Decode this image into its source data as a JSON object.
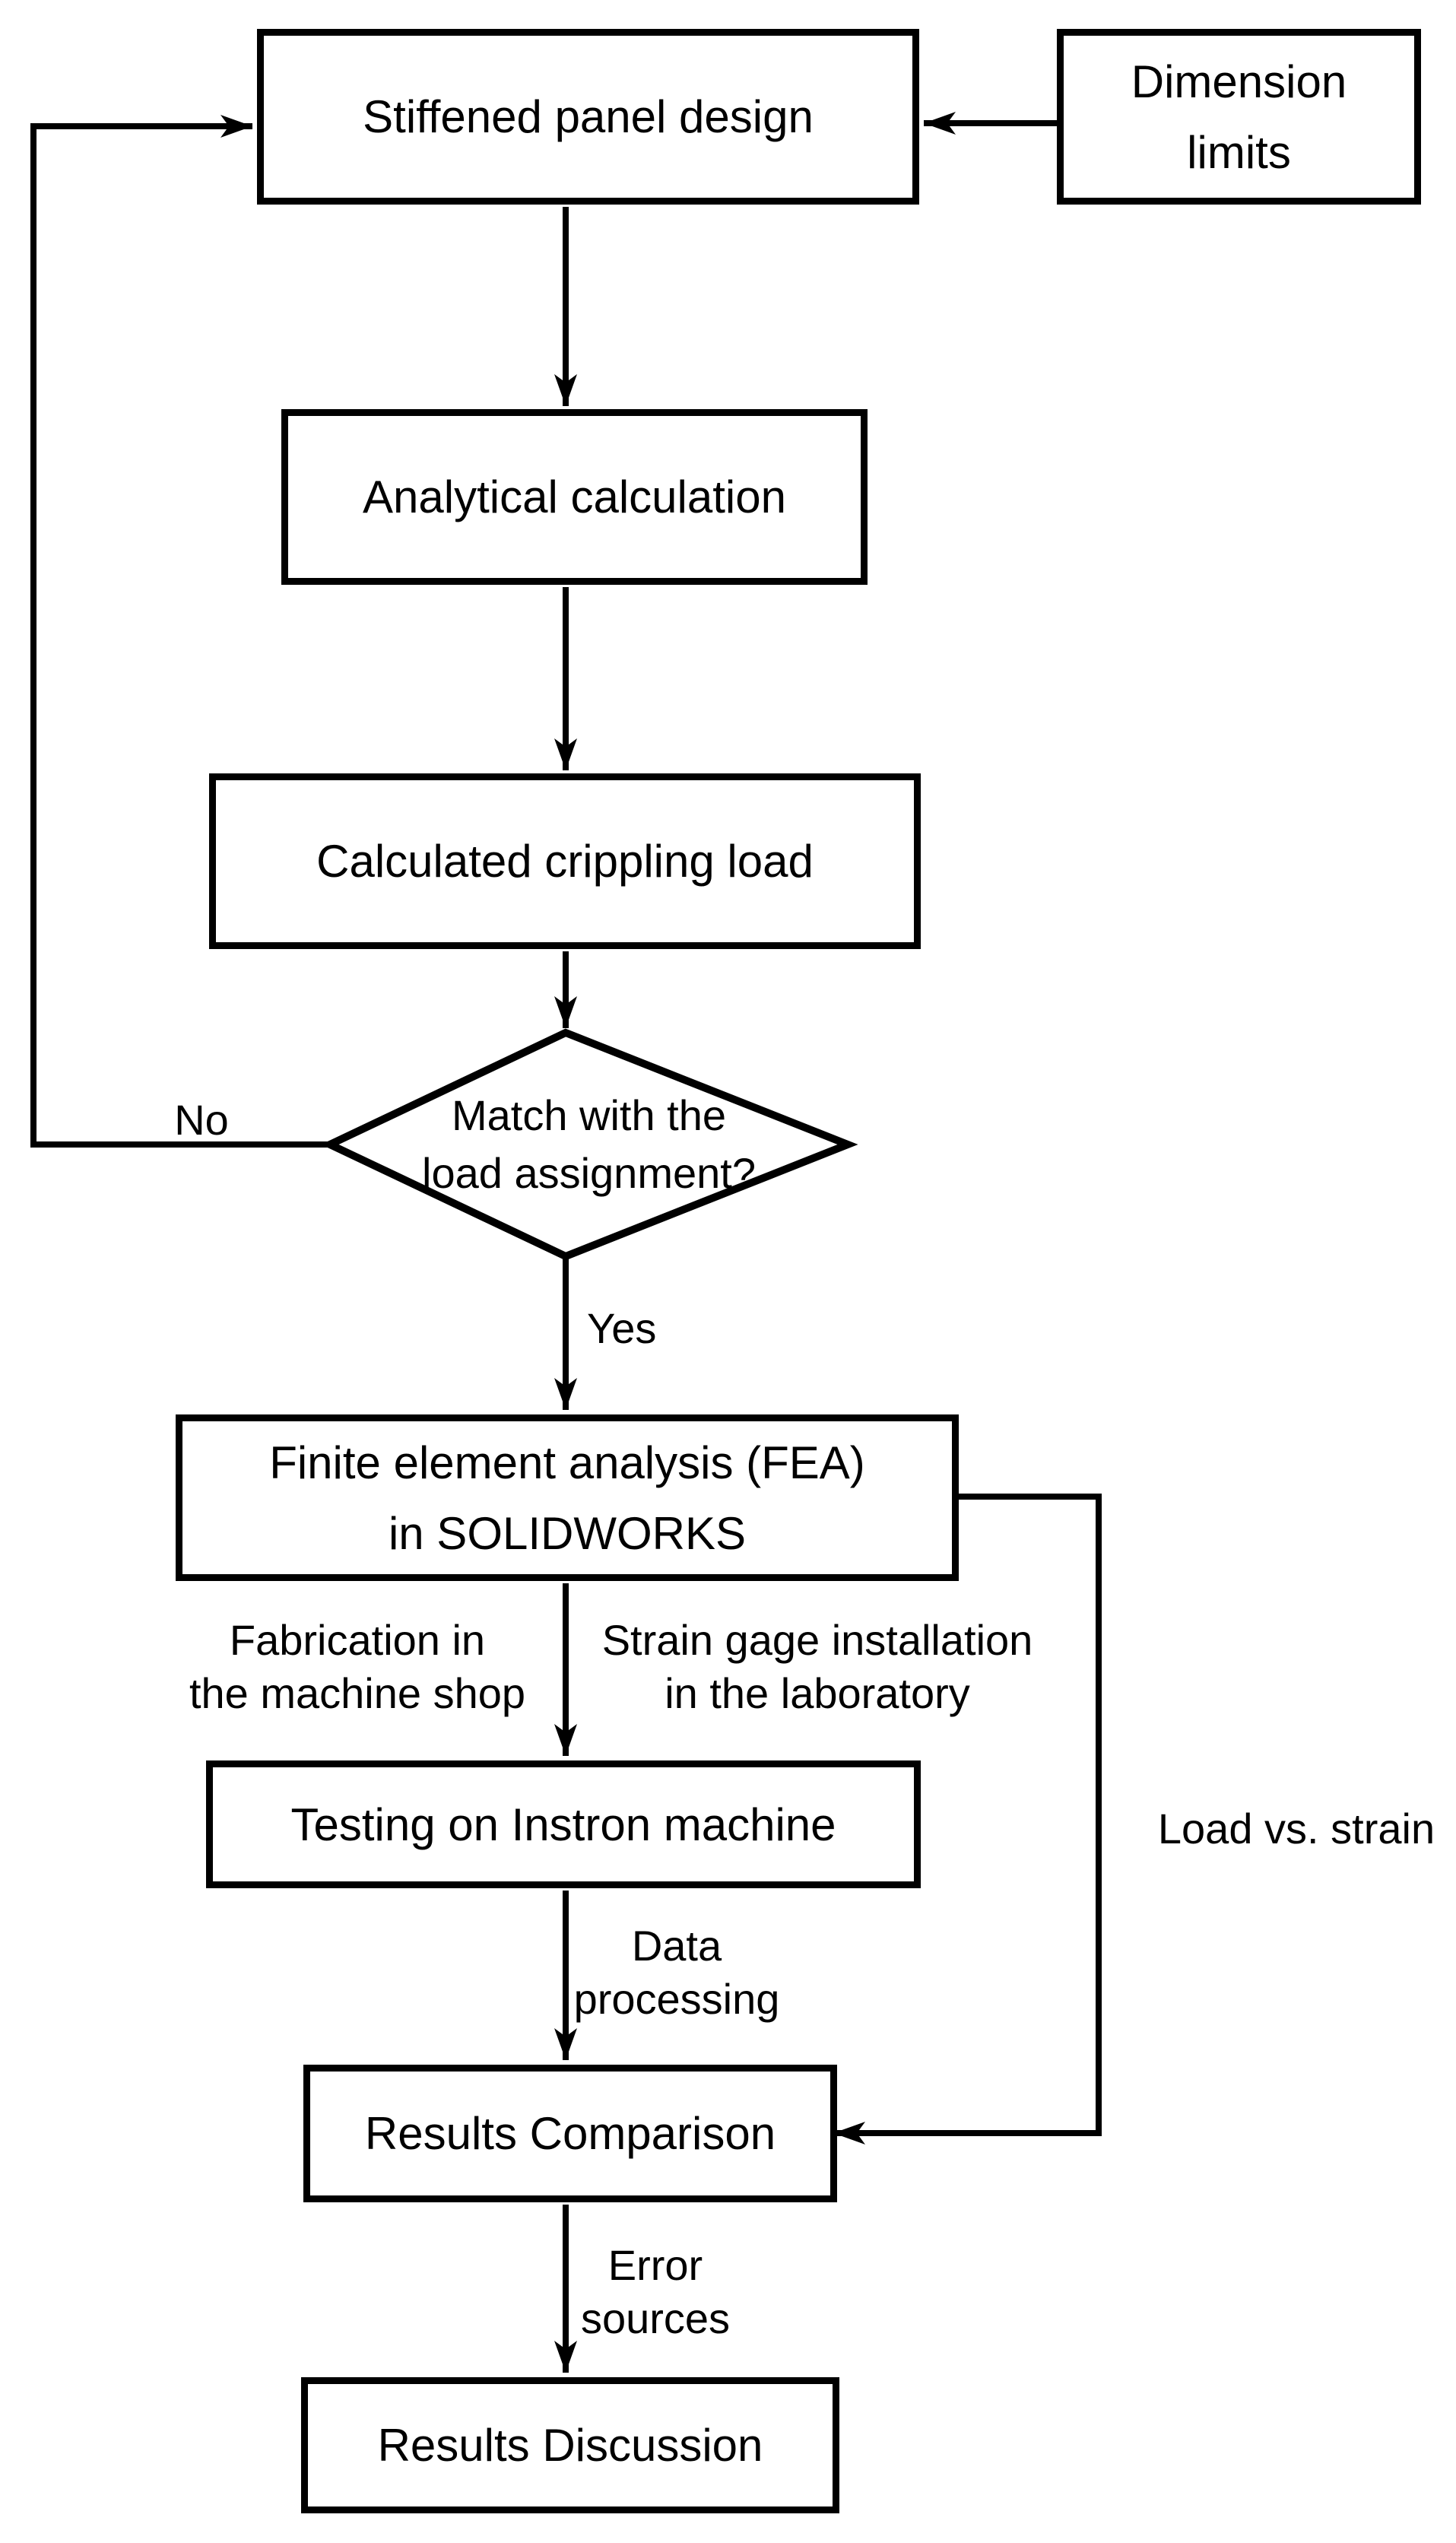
{
  "colors": {
    "ink": "#000000",
    "background": "#ffffff"
  },
  "nodes": {
    "stiffened_panel_design": "Stiffened panel design",
    "dimension_limits": "Dimension\nlimits",
    "analytical_calculation": "Analytical calculation",
    "calculated_crippling_load": "Calculated crippling load",
    "decision_match_load": "Match with the\nload assignment?",
    "fea_solidworks": "Finite element analysis (FEA)\nin SOLIDWORKS",
    "testing_instron": "Testing on Instron machine",
    "results_comparison": "Results Comparison",
    "results_discussion": "Results Discussion"
  },
  "edge_labels": {
    "no": "No",
    "yes": "Yes",
    "fabrication": "Fabrication in\nthe machine shop",
    "strain_gage": "Strain gage installation\nin the laboratory",
    "data_processing": "Data\nprocessing",
    "load_vs_strain": "Load vs. strain",
    "error_sources": "Error\nsources"
  }
}
